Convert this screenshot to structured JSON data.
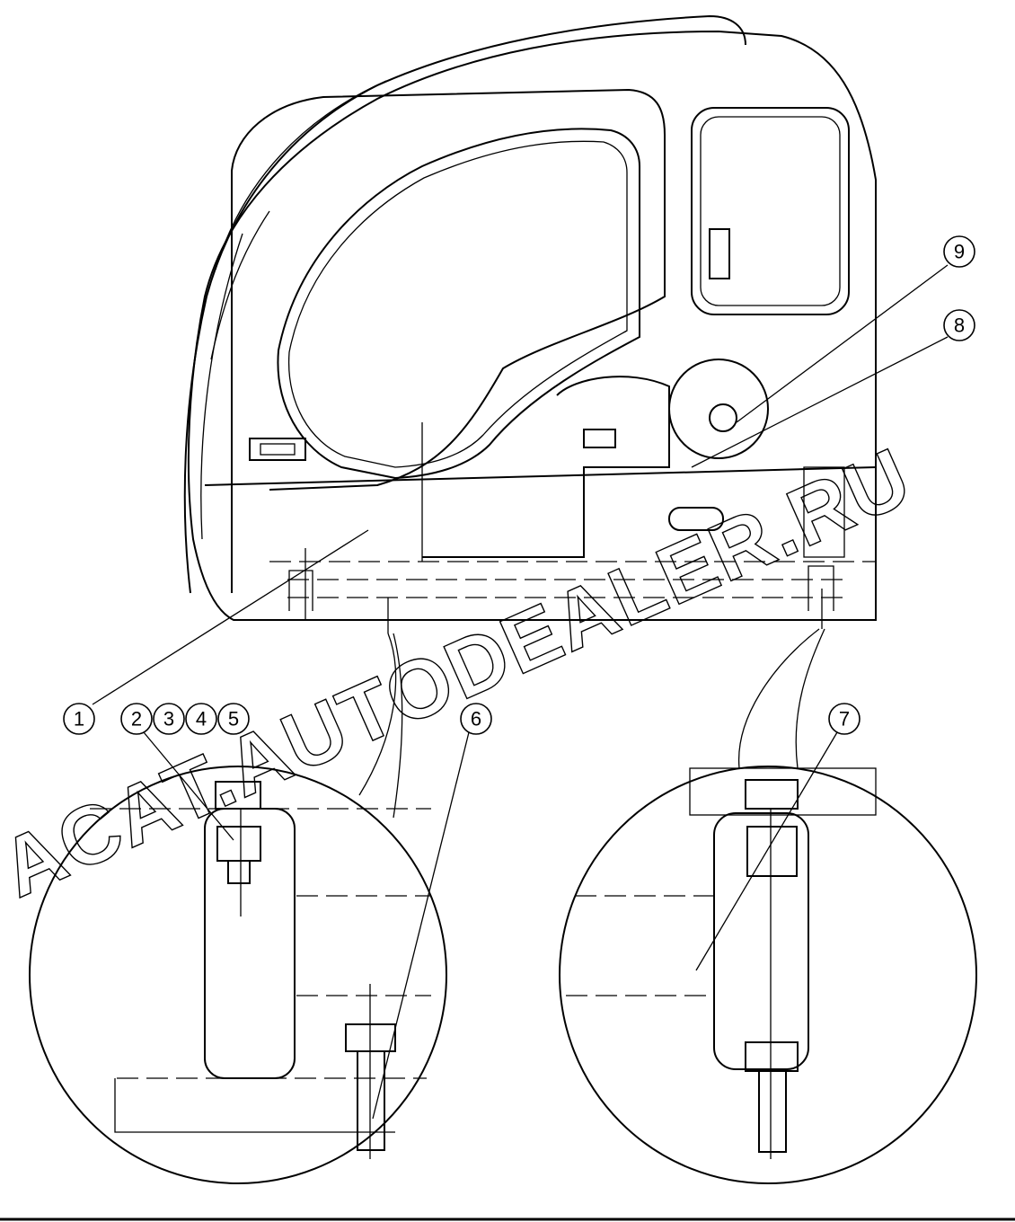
{
  "callouts": [
    "1",
    "2",
    "3",
    "4",
    "5",
    "6",
    "7",
    "8",
    "9"
  ],
  "watermark": "ACAT.AUTODEALER.RU"
}
